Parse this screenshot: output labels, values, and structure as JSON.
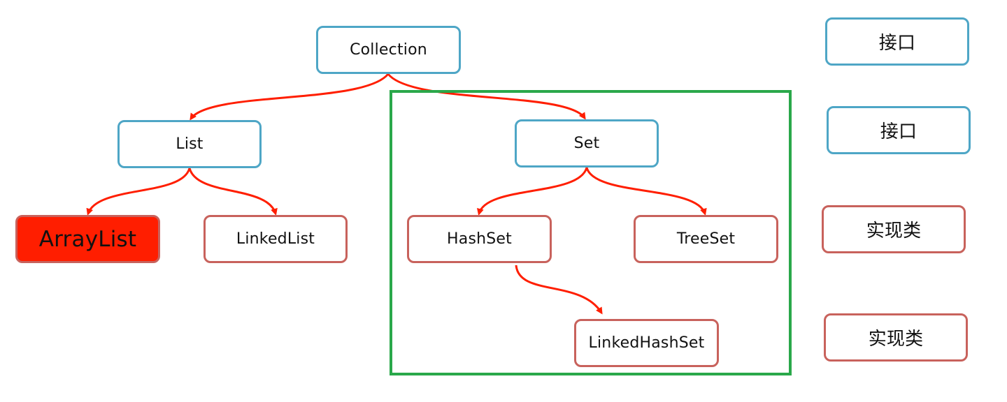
{
  "colors": {
    "interface_border": "#4ea6c6",
    "implementation_border": "#c8625c",
    "highlight_fill": "#ff1e00",
    "edge": "#ff1e00",
    "group_frame": "#2aa84a"
  },
  "nodes": {
    "collection": "Collection",
    "list": "List",
    "set": "Set",
    "arraylist": "ArrayList",
    "linkedlist": "LinkedList",
    "hashset": "HashSet",
    "treeset": "TreeSet",
    "linkedhashset": "LinkedHashSet"
  },
  "legend": {
    "interface_1": "接口",
    "interface_2": "接口",
    "implementation_1": "实现类",
    "implementation_2": "实现类"
  },
  "edges": [
    {
      "from": "collection",
      "to": "list"
    },
    {
      "from": "collection",
      "to": "set"
    },
    {
      "from": "list",
      "to": "arraylist"
    },
    {
      "from": "list",
      "to": "linkedlist"
    },
    {
      "from": "set",
      "to": "hashset"
    },
    {
      "from": "set",
      "to": "treeset"
    },
    {
      "from": "hashset",
      "to": "linkedhashset"
    }
  ]
}
